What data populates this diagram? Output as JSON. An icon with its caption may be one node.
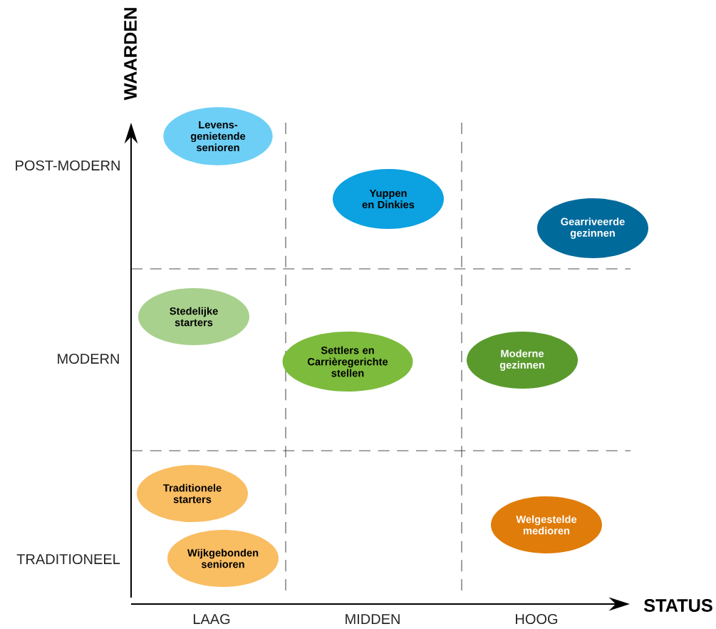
{
  "diagram": {
    "nodes": [
      {
        "text": [
          "Levens- genietende senioren"
        ]
      },
      {
        "text": [
          "Yuppen en Dinkies"
        ]
      },
      {
        "text": [
          "Gearriveerde gezinnen"
        ]
      },
      {
        "text": [
          "Stedelijke starters"
        ]
      },
      {
        "text": [
          "Settlers en Carrièregerichte stellen"
        ]
      },
      {
        "text": [
          "Moderne gezinnen"
        ]
      },
      {
        "text": [
          "Traditionele starters"
        ]
      },
      {
        "text": [
          "Wijkgebonden senioren"
        ]
      },
      {
        "text": [
          "Welgestelde medioren"
        ]
      }
    ],
    "labels": [
      "WAARDEN",
      "POST-MODERN",
      "MODERN",
      "TRADITIONEEL",
      "STATUS",
      "LAAG",
      "MIDDEN",
      "HOOG"
    ]
  }
}
